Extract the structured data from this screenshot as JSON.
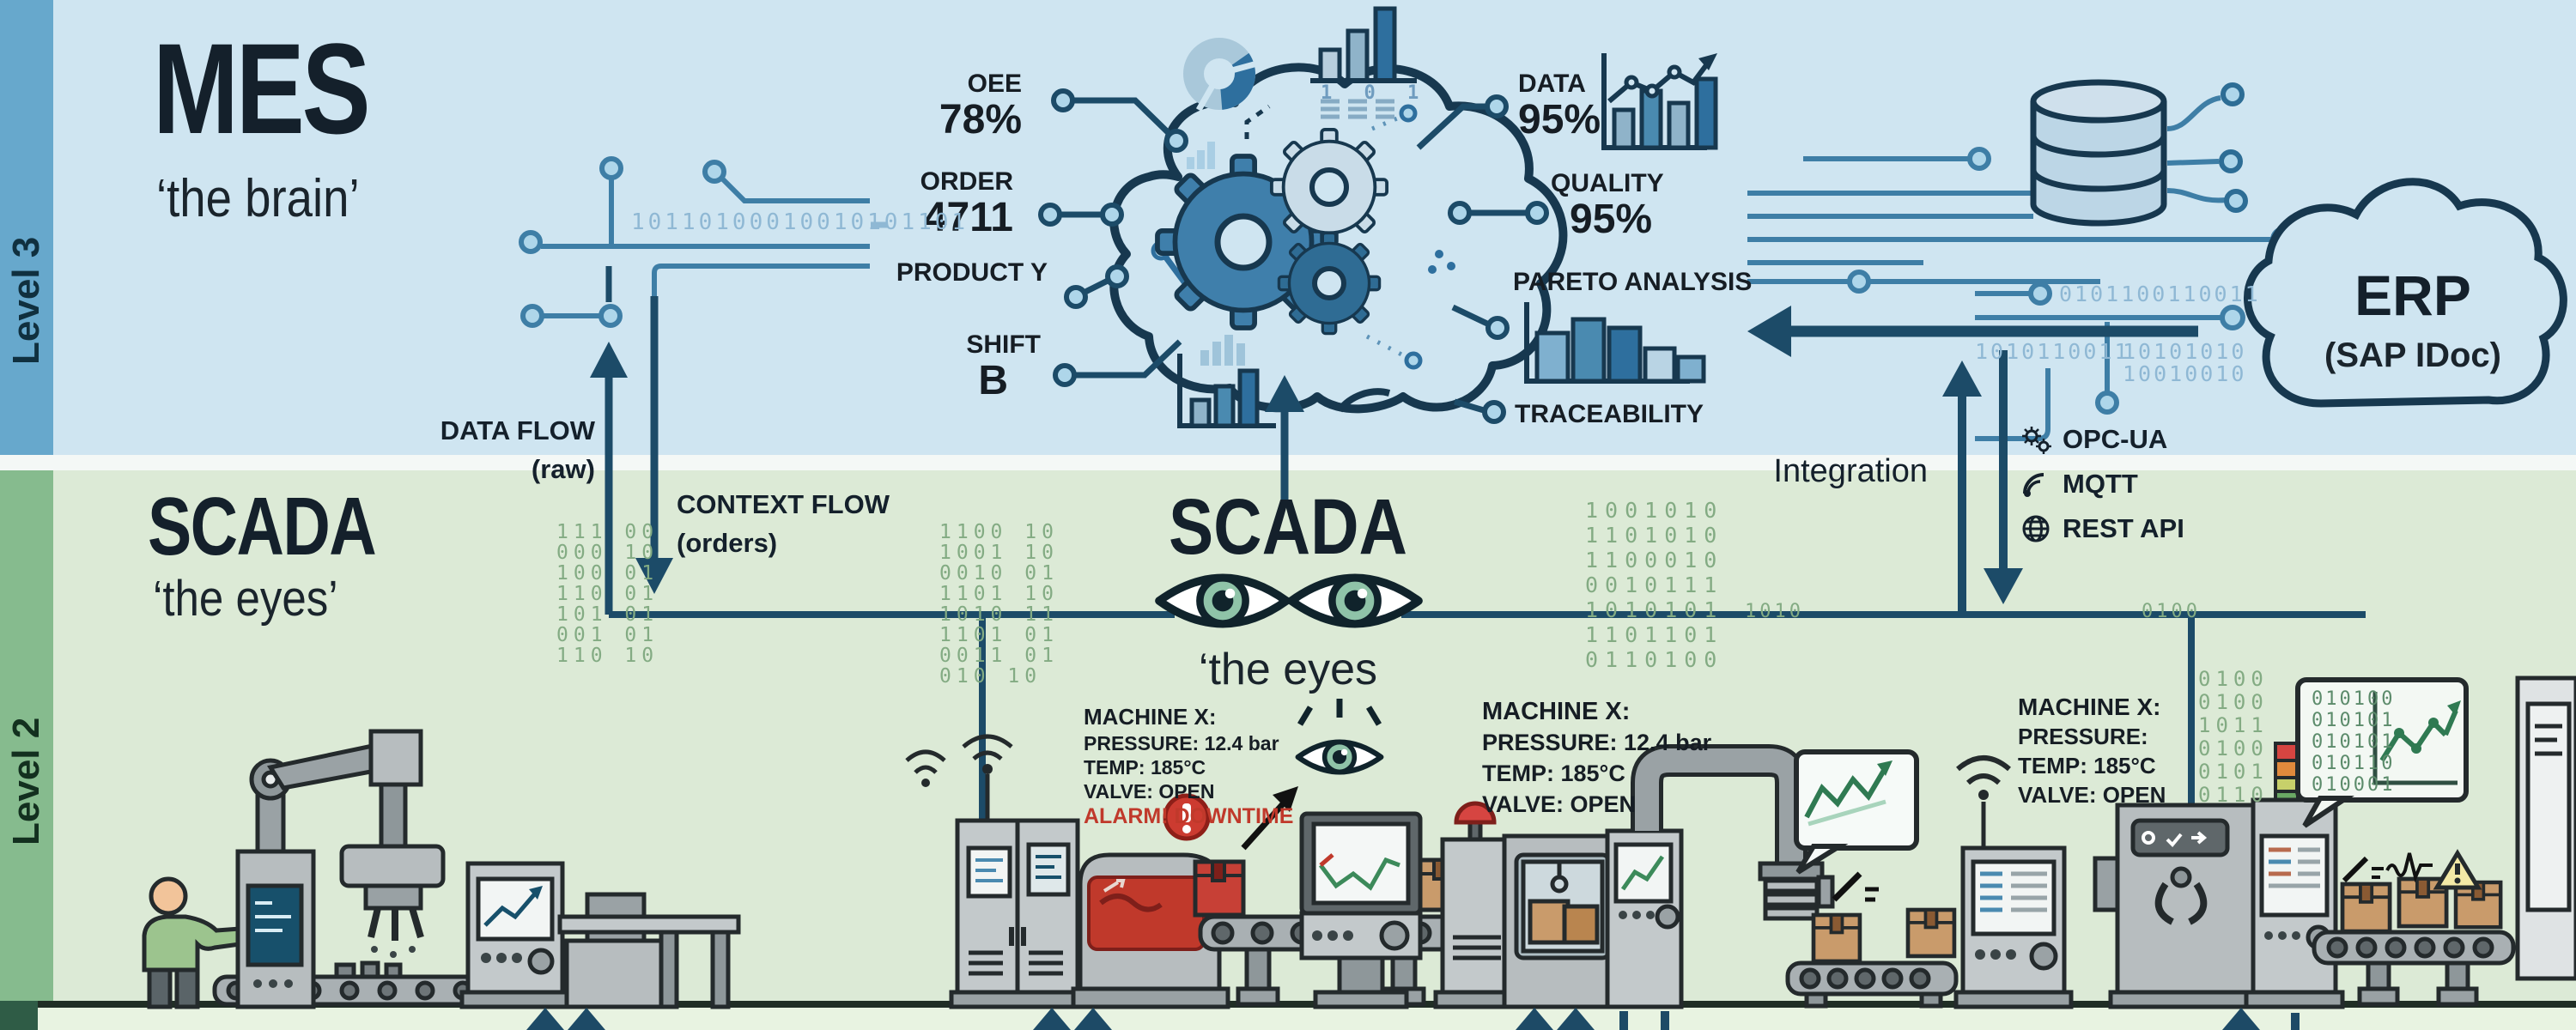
{
  "levels": {
    "level3": "Level 3",
    "level2": "Level 2"
  },
  "mes": {
    "title": "MES",
    "subtitle": "‘the brain’"
  },
  "scada_left": {
    "title": "SCADA",
    "subtitle": "‘the eyes’"
  },
  "scada_center": {
    "title": "SCADA",
    "subtitle": "‘the eyes"
  },
  "erp": {
    "title": "ERP",
    "subtitle": "(SAP IDoc)"
  },
  "metrics": {
    "oee": {
      "label": "OEE",
      "value": "78%"
    },
    "order": {
      "label": "ORDER",
      "value": "4711"
    },
    "product": {
      "label": "PRODUCT Y"
    },
    "shift": {
      "label": "SHIFT",
      "value": "B"
    },
    "data": {
      "label": "DATA",
      "value": "95%"
    },
    "quality": {
      "label": "QUALITY",
      "value": "95%"
    },
    "pareto": {
      "label": "PARETO ANALYSIS"
    },
    "traceability": {
      "label": "TRACEABILITY"
    }
  },
  "flows": {
    "data_flow": "DATA FLOW",
    "data_flow_sub": "(raw)",
    "context_flow": "CONTEXT FLOW",
    "context_flow_sub": "(orders)",
    "integration": "Integration"
  },
  "protocols": [
    {
      "icon": "gears-icon",
      "label": "OPC-UA"
    },
    {
      "icon": "signal-icon",
      "label": "MQTT"
    },
    {
      "icon": "globe-icon",
      "label": "REST API"
    }
  ],
  "machine_callouts": [
    {
      "title": "MACHINE X:",
      "lines": [
        "PRESSURE: 12.4 bar",
        "TEMP: 185°C",
        "VALVE: OPEN"
      ],
      "alarm": "ALARM! DOWNTIME"
    },
    {
      "title": "MACHINE X:",
      "lines": [
        "PRESSURE: 12.4 bar",
        "TEMP: 185°C",
        "VALVE: OPEN"
      ]
    },
    {
      "title": "MACHINE X:",
      "lines": [
        "PRESSURE:",
        "TEMP: 185°C",
        "VALVE: OPEN"
      ]
    }
  ],
  "binary": {
    "top_left": "10110100010010101101",
    "blue1": "0101100110011",
    "blue2": "1010110011",
    "blue3": "10101010",
    "blue4": "10010010",
    "rain1": "111 00\n000 10\n100 01\n110 01\n101 01\n001 01\n110 10",
    "rain2": "1100 10\n1001 10\n0010 01\n1101 10\n1010 11\n1101 01\n0011 01\n010 10",
    "rain3": "1001010\n1101010\n1100010\n0010111\n1010101\n1101101\n0110100",
    "rain4": "0100\n0100\n1011\n0100\n0101\n0110",
    "rail_left": "1010",
    "rail_right": "0100",
    "bubble": "010100\n010101\n010101\n010110\n010001",
    "brain_digits": "1 0 1"
  },
  "colors": {
    "accent_navy": "#1c4b68",
    "circuit_blue": "#3e7ea6",
    "node_fill": "#aed6ea",
    "bg_blue": "#cfe5f1",
    "bg_green": "#dcead6",
    "band_blue": "#67a8cc",
    "band_green": "#86bb8e",
    "band_dark_green": "#2f5c46",
    "alarm_red": "#c0392b",
    "eye_green": "#8fc3a8",
    "binary_blue": "#8fb8d4",
    "binary_green": "#83ab83"
  }
}
